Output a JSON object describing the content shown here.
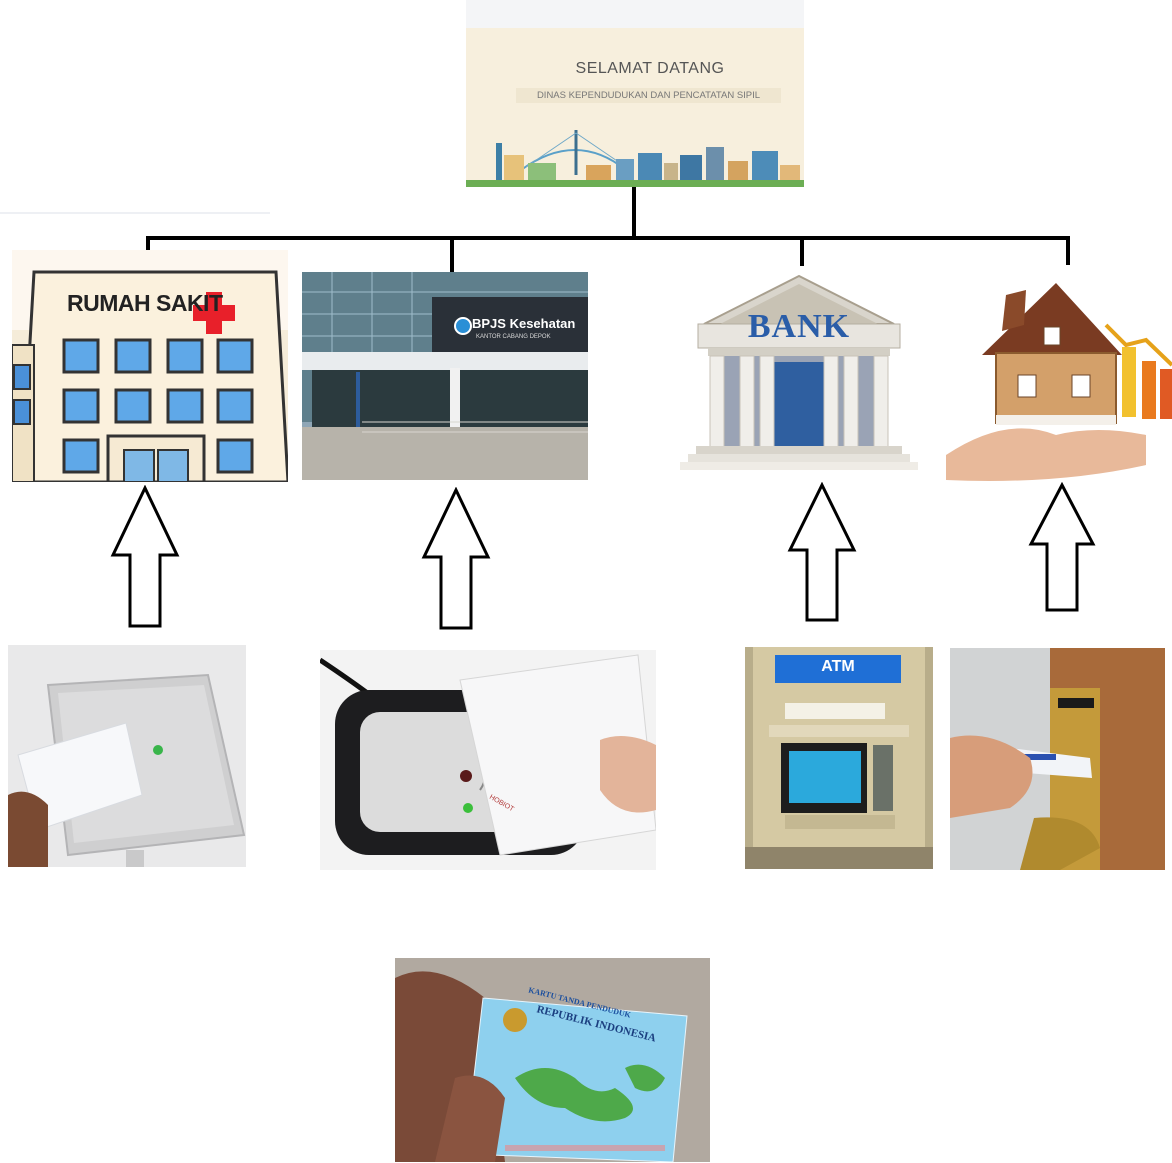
{
  "header": {
    "title": "SELAMAT DATANG",
    "subtitle": "DINAS KEPENDUDUKAN DAN PENCATATAN SIPIL"
  },
  "institutions": [
    {
      "id": "hospital",
      "sign": "RUMAH SAKIT"
    },
    {
      "id": "bpjs",
      "sign": "BPJS Kesehatan",
      "sub": "KANTOR CABANG DEPOK"
    },
    {
      "id": "bank",
      "sign": "BANK"
    },
    {
      "id": "property",
      "sign": ""
    }
  ],
  "devices": [
    {
      "id": "rfid-reader-1"
    },
    {
      "id": "rfid-reader-2",
      "brand": "HOBIOT"
    },
    {
      "id": "atm",
      "label": "ATM"
    },
    {
      "id": "door-lock"
    }
  ],
  "ktp": {
    "line1": "KARTU TANDA PENDUDUK",
    "line2": "REPUBLIK INDONESIA"
  },
  "colors": {
    "connector": "#000000",
    "hospital_cross": "#e8202a",
    "bank_text": "#2a5da8",
    "atm_blue": "#1f6fd6"
  }
}
